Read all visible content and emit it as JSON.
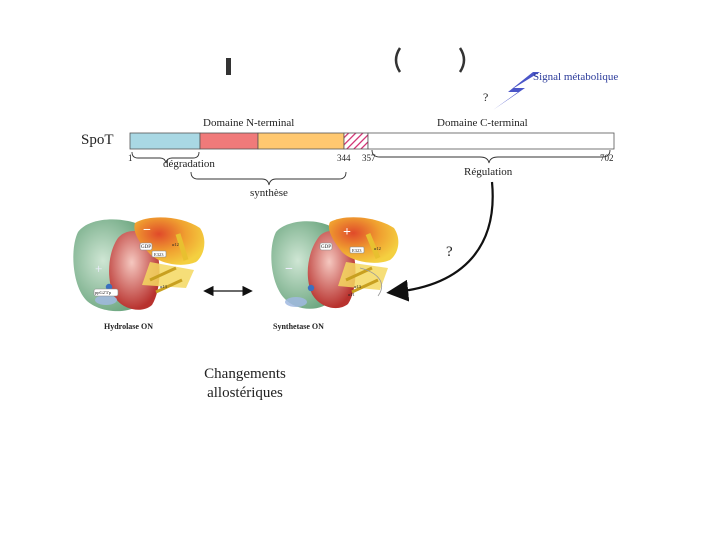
{
  "diagram": {
    "protein_name": "SpoT",
    "domains": {
      "n_terminal": "Domaine N-terminal",
      "c_terminal": "Domaine C-terminal"
    },
    "positions": {
      "start": "1",
      "n_end": "344",
      "c_start": "357",
      "end": "702"
    },
    "functions": {
      "degradation": "dégradation",
      "synthesis": "synthèse",
      "regulation": "Régulation"
    },
    "signal_label": "Signal métabolique",
    "question_mark": "?",
    "states": {
      "hydrolase": "Hydrolase ON",
      "synthetase": "Synthetase ON"
    },
    "structure_tags": {
      "minus": "−",
      "plus": "+",
      "gdp": "GDP",
      "ppgpp": "ppG2'3'p",
      "glu": "E323",
      "alpha13": "α13",
      "alpha12": "α12",
      "alpha11": "α11"
    },
    "caption": {
      "line1": "Changements",
      "line2": "allostériques"
    },
    "colors": {
      "degradation_segment": "#a9d8e4",
      "hydrolase_core": "#f07a7a",
      "synthesis_segment": "#ffc870",
      "linker_hatch": "#d0266b",
      "signal_bolt": "#4a55c8",
      "structure_green": "#8fbf9f",
      "structure_red": "#c8403c",
      "structure_yellow": "#f0c23a"
    }
  }
}
